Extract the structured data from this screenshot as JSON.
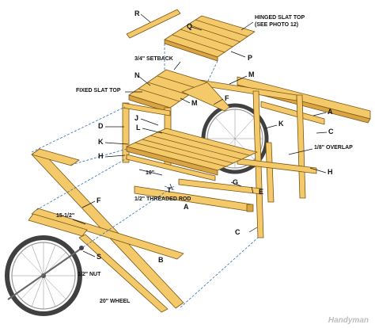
{
  "labels": {
    "R": "R",
    "Q": "Q",
    "P": "P",
    "N": "N",
    "M_top": "M",
    "M_mid": "M",
    "F_top": "F",
    "F_left": "F",
    "A_right": "A",
    "A_mid": "A",
    "C_right": "C",
    "C_bottom": "C",
    "D": "D",
    "J": "J",
    "L": "L",
    "K_left": "K",
    "K_right": "K",
    "H_left": "H",
    "H_right": "H",
    "G": "G",
    "T": "T",
    "E": "E",
    "B": "B",
    "S": "S"
  },
  "callouts": {
    "hinged_slat_top": "HINGED SLAT TOP",
    "see_photo": "(SEE PHOTO 12)",
    "setback": "3/4\" SETBACK",
    "fixed_slat_top": "FIXED SLAT TOP",
    "overlap": "1/8\" OVERLAP",
    "threaded_rod": "1/2\" THREADED ROD",
    "dim_10": "10\"",
    "dim_15_half": "15-1/2\"",
    "nut": "1/2\" NUT",
    "wheel": "20\" WHEEL"
  },
  "watermark": "Handyman",
  "colors": {
    "wood": "#f3c96a",
    "wood_dark": "#d9a544",
    "wood_edge": "#7a5413",
    "tire": "#404040",
    "rim": "#9a9a9a",
    "leader": "#111111",
    "dash": "#2f6fb5"
  }
}
